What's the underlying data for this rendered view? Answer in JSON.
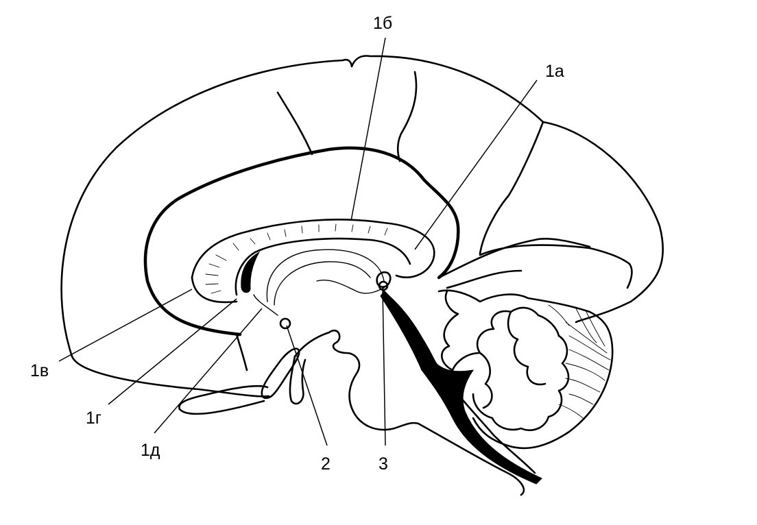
{
  "labels": {
    "l_1a": "1а",
    "l_1b": "1б",
    "l_1v": "1в",
    "l_1g": "1г",
    "l_1d": "1д",
    "l_2": "2",
    "l_3": "3"
  }
}
